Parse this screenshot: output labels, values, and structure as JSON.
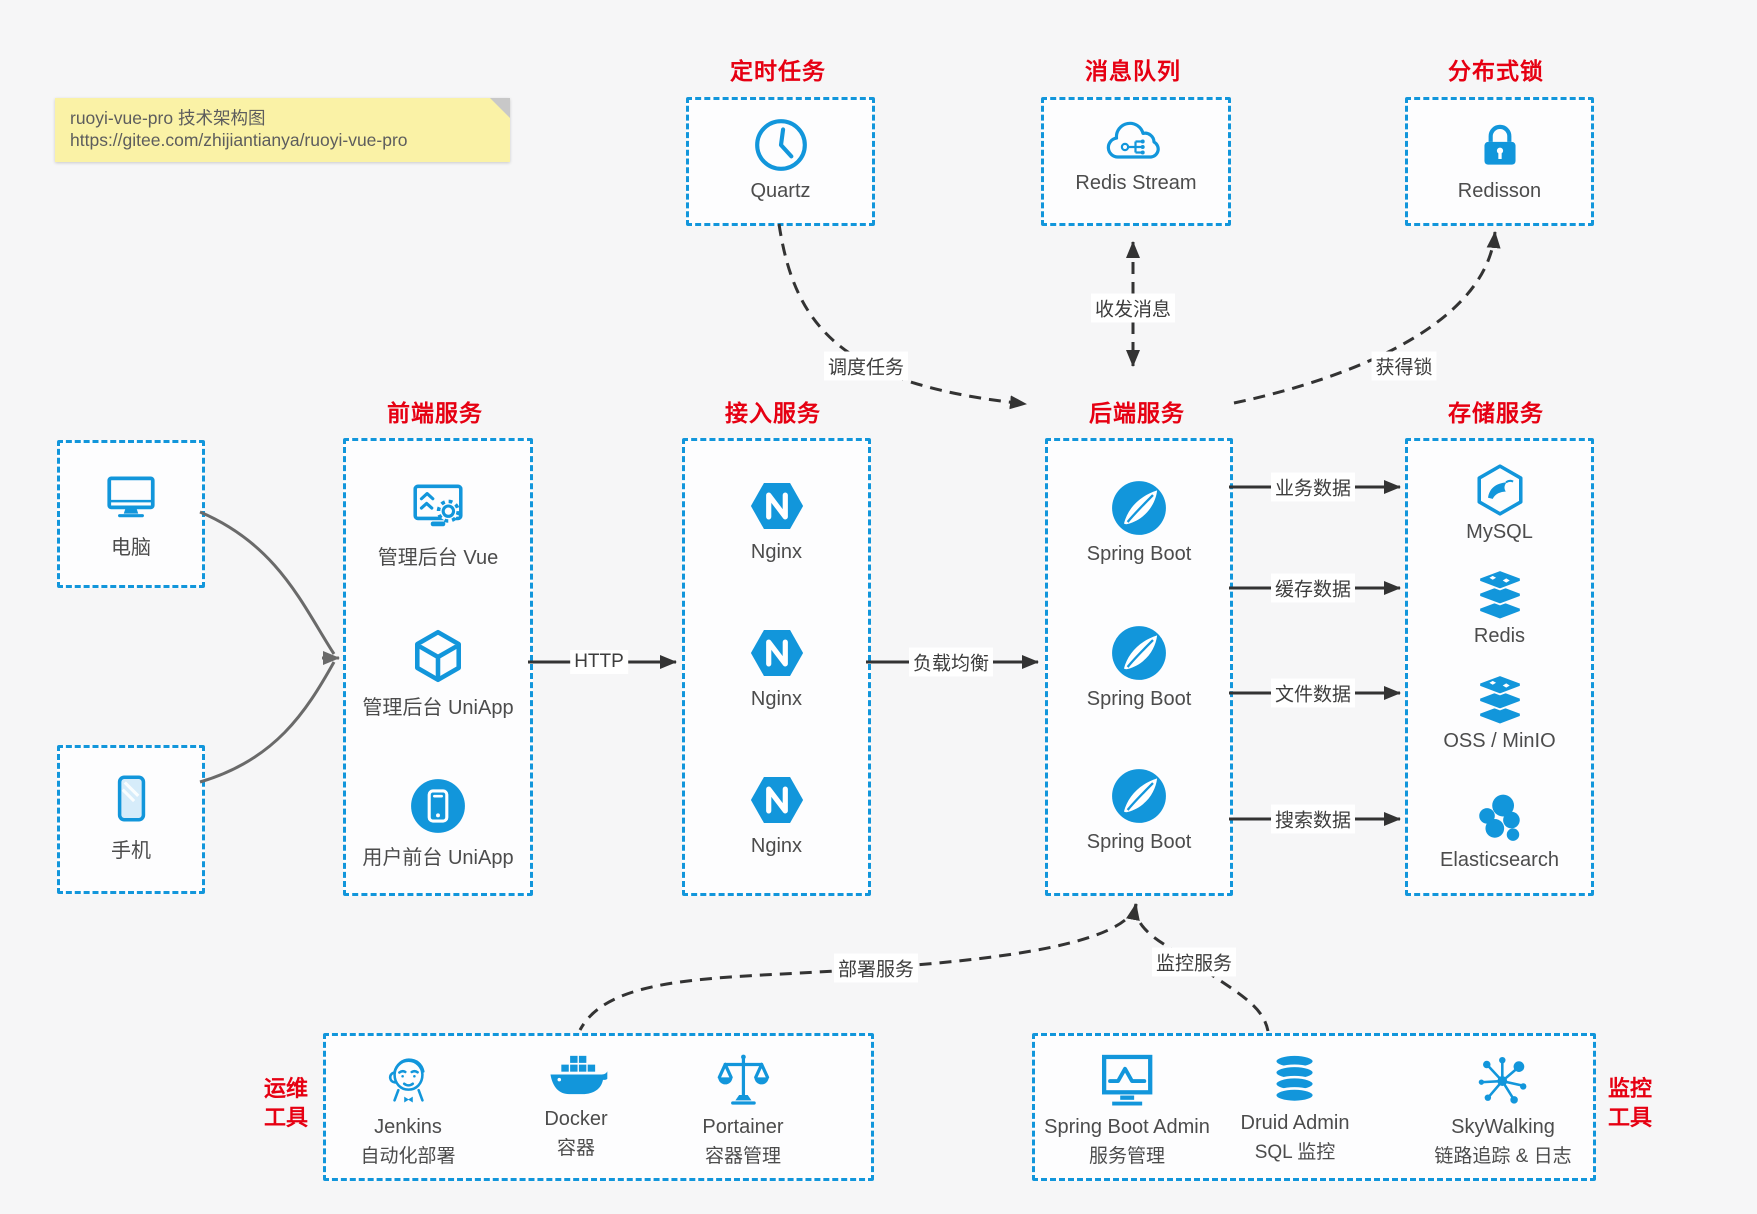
{
  "note": {
    "line1": "ruoyi-vue-pro 技术架构图",
    "line2": "https://gitee.com/zhijiantianya/ruoyi-vue-pro"
  },
  "sections": {
    "scheduled_task": {
      "title": "定时任务",
      "item": "Quartz"
    },
    "message_queue": {
      "title": "消息队列",
      "item": "Redis Stream"
    },
    "distributed_lock": {
      "title": "分布式锁",
      "item": "Redisson"
    },
    "clients": {
      "pc": "电脑",
      "phone": "手机"
    },
    "frontend": {
      "title": "前端服务",
      "items": [
        "管理后台 Vue",
        "管理后台 UniApp",
        "用户前台 UniApp"
      ]
    },
    "gateway": {
      "title": "接入服务",
      "items": [
        "Nginx",
        "Nginx",
        "Nginx"
      ]
    },
    "backend": {
      "title": "后端服务",
      "items": [
        "Spring Boot",
        "Spring Boot",
        "Spring Boot"
      ]
    },
    "storage": {
      "title": "存储服务",
      "items": [
        "MySQL",
        "Redis",
        "OSS / MinIO",
        "Elasticsearch"
      ]
    },
    "ops_tools": {
      "title": [
        "运维",
        "工具"
      ],
      "items": [
        {
          "name": "Jenkins",
          "desc": "自动化部署"
        },
        {
          "name": "Docker",
          "desc": "容器"
        },
        {
          "name": "Portainer",
          "desc": "容器管理"
        }
      ]
    },
    "monitor_tools": {
      "title": [
        "监控",
        "工具"
      ],
      "items": [
        {
          "name": "Spring Boot Admin",
          "desc": "服务管理"
        },
        {
          "name": "Druid Admin",
          "desc": "SQL 监控"
        },
        {
          "name": "SkyWalking",
          "desc": "链路追踪 & 日志"
        }
      ]
    }
  },
  "edges": {
    "http": "HTTP",
    "load_balance": "负载均衡",
    "biz_data": "业务数据",
    "cache_data": "缓存数据",
    "file_data": "文件数据",
    "search_data": "搜索数据",
    "schedule": "调度任务",
    "message": "收发消息",
    "get_lock": "获得锁",
    "deploy": "部署服务",
    "monitor": "监控服务"
  },
  "colors": {
    "accent": "#1296db",
    "title_red": "#e60012",
    "line": "#333333",
    "note_bg": "#faf2a6"
  }
}
